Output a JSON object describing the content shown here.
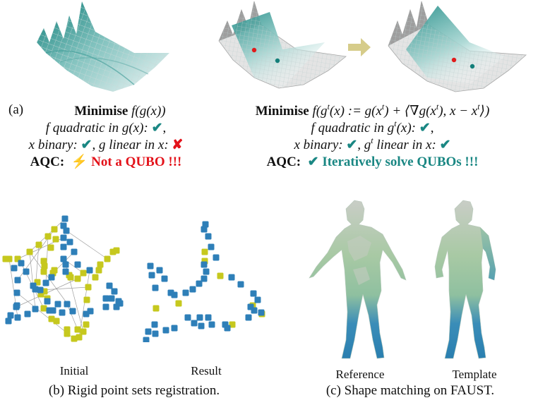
{
  "panel_a": {
    "label": "(a)",
    "left": {
      "minimise_word": "Minimise",
      "objective": "f(g(x))",
      "line2_text": "f quadratic in g(x):",
      "line2_mark": "✔",
      "line2_end": ",",
      "line3_a": "x binary:",
      "line3_mark1": "✔",
      "line3_b": ", g linear in x:",
      "line3_mark2": "✘",
      "aqc_label": "AQC:",
      "aqc_icon": "⚡",
      "aqc_text": "Not a QUBO !!!"
    },
    "right": {
      "minimise_word": "Minimise",
      "objective_pre": "f(g",
      "objective_sup": "t",
      "objective_post": "(x) := g(x",
      "objective_sup2": "t",
      "objective_post2": ") + ⟨∇g(x",
      "objective_sup3": "t",
      "objective_post3": "), x − x",
      "objective_sup4": "t",
      "objective_post4": "⟩)",
      "line2_pre": "f quadratic in g",
      "line2_sup": "t",
      "line2_post": "(x):",
      "line2_mark": "✔",
      "line2_end": ",",
      "line3_a": "x binary:",
      "line3_mark1": "✔",
      "line3_b": ", g",
      "line3_sup": "t",
      "line3_c": " linear in x:",
      "line3_mark2": "✔",
      "aqc_label": "AQC:",
      "aqc_icon": "✔",
      "aqc_text": "Iteratively solve QUBOs !!!"
    },
    "arrow_icon": "right-arrow",
    "colors": {
      "teal": "#1a8783",
      "red": "#e3121a",
      "arrow": "#d6cc8a",
      "grey": "#9a9a9a"
    }
  },
  "panel_b": {
    "sub_labels": [
      "Initial",
      "Result"
    ],
    "caption": "(b) Rigid point sets registration.",
    "colors": {
      "blue": "#2e7fb8",
      "yellow": "#c6c81e",
      "line": "#a0a0a0"
    }
  },
  "panel_c": {
    "sub_labels": [
      "Reference",
      "Template"
    ],
    "caption": "(c) Shape matching on FAUST.",
    "colors": {
      "top": "#c9cdc6",
      "mid": "#9cc49c",
      "bottom": "#2d7fb3"
    }
  }
}
